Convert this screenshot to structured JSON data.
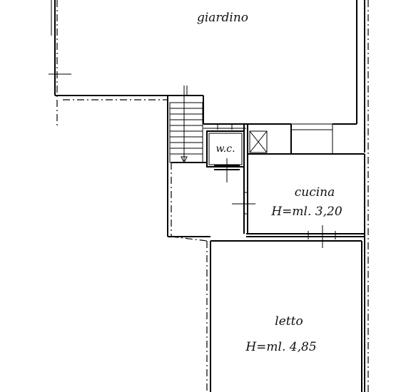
{
  "rooms": {
    "garden": {
      "name": "giardino"
    },
    "wc": {
      "name": "w.c."
    },
    "kitchen": {
      "name": "cucina",
      "height": "H=ml.  3,20"
    },
    "bedroom": {
      "name": "letto",
      "height": "H=ml.  4,85"
    }
  }
}
